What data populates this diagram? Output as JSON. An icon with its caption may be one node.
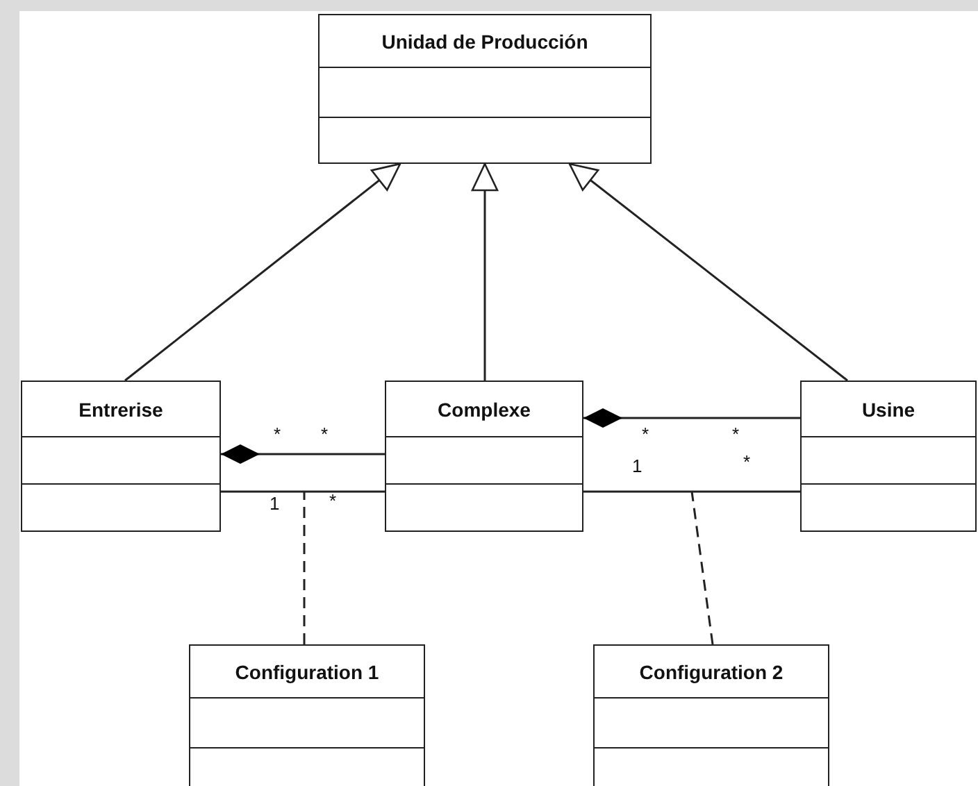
{
  "diagram": {
    "nodes": [
      {
        "text": [
          "Unidad de Producción"
        ]
      },
      {
        "text": [
          "Entrerise"
        ]
      },
      {
        "text": [
          "Complexe"
        ]
      },
      {
        "text": [
          "Usine"
        ]
      },
      {
        "text": [
          "Configuration 1"
        ]
      },
      {
        "text": [
          "Configuration 2"
        ]
      }
    ],
    "edges": [
      {
        "from": 1,
        "to": 0,
        "arrow": "to"
      },
      {
        "from": 2,
        "to": 0,
        "arrow": "to"
      },
      {
        "from": 3,
        "to": 0,
        "arrow": "to"
      },
      {
        "from": 2,
        "to": 1,
        "arrow": "other"
      },
      {
        "from": 1,
        "to": 2,
        "arrow": "none"
      },
      {
        "from": 3,
        "to": 2,
        "arrow": "other"
      },
      {
        "from": 2,
        "to": 3,
        "arrow": "none"
      },
      {
        "from": 4,
        "to": null,
        "arrow": "none",
        "style": "dashed"
      },
      {
        "from": 5,
        "to": null,
        "arrow": "none",
        "style": "dashed"
      }
    ],
    "labels": [
      "*",
      "*",
      "*",
      "*",
      "*",
      "1",
      "1",
      "*"
    ]
  }
}
